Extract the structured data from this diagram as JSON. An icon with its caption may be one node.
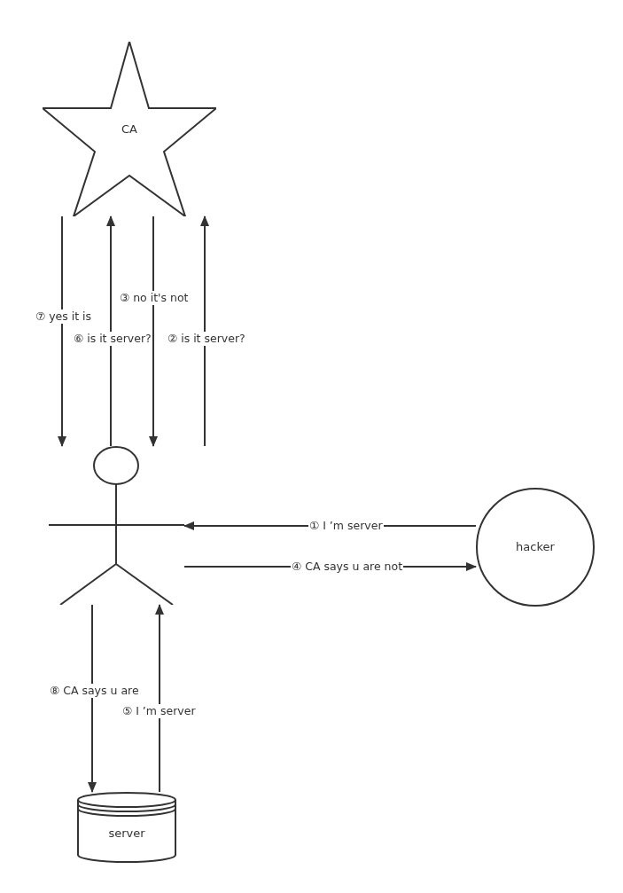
{
  "diagram": {
    "nodes": [
      {
        "text": [
          "CA"
        ]
      },
      {
        "text": [],
        "shape": "person"
      },
      {
        "text": [
          "hacker"
        ]
      },
      {
        "text": [
          "server"
        ]
      }
    ],
    "edges": [
      {
        "from": 2,
        "to": 1,
        "arrow": "to",
        "label": "① I ’m server"
      },
      {
        "from": 1,
        "to": 0,
        "arrow": "to",
        "label": "② is it server?"
      },
      {
        "from": 0,
        "to": 1,
        "arrow": "to",
        "label": "③ no it's not"
      },
      {
        "from": 1,
        "to": 2,
        "arrow": "to",
        "label": "④ CA says u are not"
      },
      {
        "from": 3,
        "to": 1,
        "arrow": "to",
        "label": "⑤ I ’m server"
      },
      {
        "from": 1,
        "to": 0,
        "arrow": "to",
        "label": "⑥ is it server?"
      },
      {
        "from": 0,
        "to": 1,
        "arrow": "to",
        "label": "⑦ yes it is"
      },
      {
        "from": 1,
        "to": 3,
        "arrow": "to",
        "label": "⑧ CA says u are"
      }
    ]
  }
}
